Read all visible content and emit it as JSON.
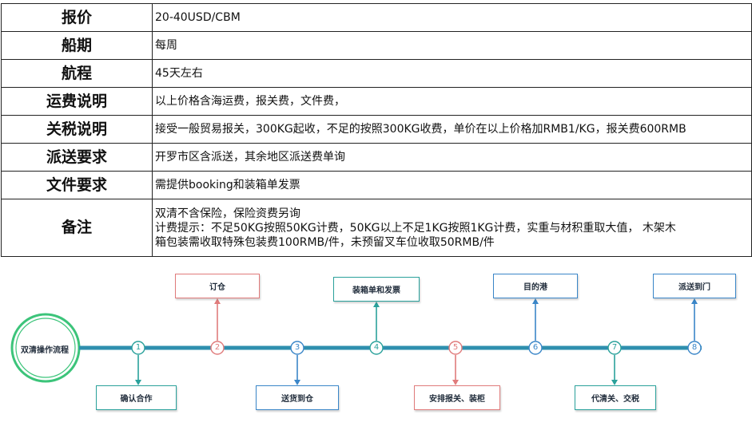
{
  "table": {
    "rows": [
      {
        "label": "报价",
        "value": "20-40USD/CBM"
      },
      {
        "label": "船期",
        "value": "每周"
      },
      {
        "label": "航程",
        "value": "45天左右"
      },
      {
        "label": "运费说明",
        "value": "以上价格含海运费，报关费，文件费，"
      },
      {
        "label": "关税说明",
        "value": "接受一般贸易报关，300KG起收，不足的按照300KG收费，单价在以上价格加RMB1/KG，报关费600RMB"
      },
      {
        "label": "派送要求",
        "value": "开罗市区含派送，其余地区派送费单询"
      },
      {
        "label": "文件要求",
        "value": "需提供booking和装箱单发票"
      }
    ],
    "notes": {
      "label": "备注",
      "lines": [
        "双清不含保险，保险资费另询",
        "计费提示：不足50KG按照50KG计费，50KG以上不足1KG按照1KG计费，实重与材积重取大值， 木架木",
        "箱包装需收取特殊包装费100RMB/件，未预留叉车位收取50RMB/件"
      ]
    }
  },
  "flow": {
    "start_label": "双清操作流程",
    "steps": [
      {
        "num": "1",
        "label": "确认合作",
        "color": "#2aa19b",
        "side": "bottom"
      },
      {
        "num": "2",
        "label": "订仓",
        "color": "#e07b7b",
        "side": "top"
      },
      {
        "num": "3",
        "label": "送货到仓",
        "color": "#3a86c8",
        "side": "bottom"
      },
      {
        "num": "4",
        "label": "装箱单和发票",
        "color": "#2aa19b",
        "side": "top"
      },
      {
        "num": "5",
        "label": "安排报关、装柜",
        "color": "#e07b7b",
        "side": "bottom"
      },
      {
        "num": "6",
        "label": "目的港",
        "color": "#3a86c8",
        "side": "top"
      },
      {
        "num": "7",
        "label": "代清关、交税",
        "color": "#2aa19b",
        "side": "bottom"
      },
      {
        "num": "8",
        "label": "派送到门",
        "color": "#3a86c8",
        "side": "top"
      }
    ],
    "colors": {
      "main_line": "#2e8fae",
      "start_circle": "#3cc47a"
    }
  }
}
